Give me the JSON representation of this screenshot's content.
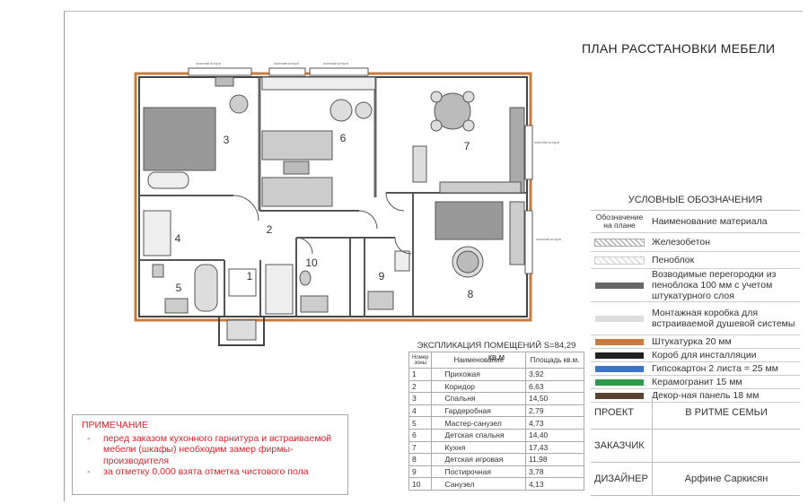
{
  "title": "ПЛАН РАССТАНОВКИ МЕБЕЛИ",
  "colors": {
    "plaster": "#c97b3c",
    "accent_red": "#e0232a",
    "wall": "#555555"
  },
  "plan": {
    "room_numbers": [
      "1",
      "2",
      "3",
      "4",
      "5",
      "6",
      "7",
      "8",
      "9",
      "10"
    ],
    "window_labels": [
      "оконная штора",
      "оконная штора",
      "оконная штора",
      "оконная штора",
      "оконная штора"
    ]
  },
  "legend": {
    "heading": "УСЛОВНЫЕ ОБОЗНАЧЕНИЯ",
    "col_symbol": "Обозначение на плане",
    "col_name": "Наименование материала",
    "items": [
      {
        "name": "Железобетон",
        "symbol": "hatch"
      },
      {
        "name": "Пеноблок",
        "symbol": "hatch-light"
      },
      {
        "name": "Возводимые перегородки из пеноблока 100 мм с учетом штукатурного слоя",
        "symbol": "#666666"
      },
      {
        "name": "Монтажная коробка для встраиваемой душевой системы",
        "symbol": "#dddddd"
      },
      {
        "name": "Штукатурка 20 мм",
        "symbol": "#c97b3c"
      },
      {
        "name": "Короб для инсталляции",
        "symbol": "#222222"
      },
      {
        "name": "Гипсокартон 2 листа = 25 мм",
        "symbol": "#3a74c7"
      },
      {
        "name": "Керамогранит 15 мм",
        "symbol": "#2e9a4a"
      },
      {
        "name": "Декор-ная панель 18 мм",
        "symbol": "#5a4330"
      }
    ]
  },
  "explication": {
    "heading": "ЭКСПЛИКАЦИЯ ПОМЕЩЕНИЙ S=84,29 кв.м",
    "col_num": "Номер зоны",
    "col_name": "Наименование",
    "col_area": "Площадь кв.м.",
    "rows": [
      {
        "n": "1",
        "name": "Прихожая",
        "area": "3,92"
      },
      {
        "n": "2",
        "name": "Коридор",
        "area": "6,63"
      },
      {
        "n": "3",
        "name": "Спальня",
        "area": "14,50"
      },
      {
        "n": "4",
        "name": "Гардеробная",
        "area": "2,79"
      },
      {
        "n": "5",
        "name": "Мастер-санузел",
        "area": "4,73"
      },
      {
        "n": "6",
        "name": "Детская спальня",
        "area": "14,40"
      },
      {
        "n": "7",
        "name": "Кухня",
        "area": "17,43"
      },
      {
        "n": "8",
        "name": "Детская игровая",
        "area": "11,98"
      },
      {
        "n": "9",
        "name": "Постирочная",
        "area": "3,78"
      },
      {
        "n": "10",
        "name": "Санузел",
        "area": "4,13"
      }
    ]
  },
  "note": {
    "heading": "ПРИМЕЧАНИЕ",
    "items": [
      "перед заказом кухонного гарнитура и встраиваемой мебели (шкафы) необходим замер фирмы-производителя",
      "за отметку 0.000 взята отметка чистового пола"
    ]
  },
  "stamp": {
    "project_label": "ПРОЕКТ",
    "project_value": "В РИТМЕ СЕМЬИ",
    "client_label": "ЗАКАЗЧИК",
    "client_value": "",
    "designer_label": "ДИЗАЙНЕР",
    "designer_value": "Арфине Саркисян"
  }
}
